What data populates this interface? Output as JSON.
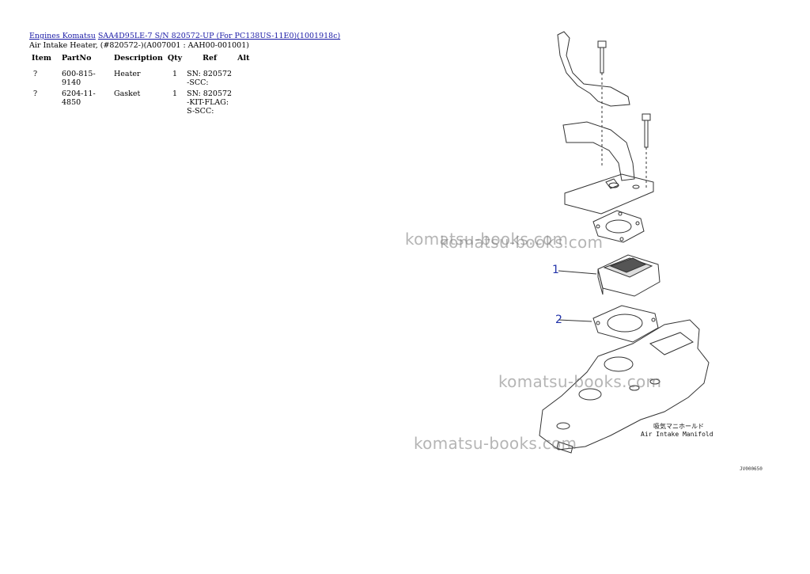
{
  "breadcrumb": {
    "engines": "Engines Komatsu",
    "model": "SAA4D95LE-7 S/N 820572-UP (For PC138US-11E0)(1001918c)"
  },
  "subtitle": "Air Intake Heater, (#820572-)(A007001 : AAH00-001001)",
  "table": {
    "headers": {
      "item": "Item",
      "partno": "PartNo",
      "description": "Description",
      "qty": "Qty",
      "ref": "Ref",
      "alt": "Alt"
    },
    "rows": [
      {
        "item": "?",
        "partno": "600-815-9140",
        "description": "Heater",
        "qty": "1",
        "ref": "SN: 820572-SCC:",
        "alt": ""
      },
      {
        "item": "?",
        "partno": "6204-11-4850",
        "description": "Gasket",
        "qty": "1",
        "ref": "SN: 820572-KIT-FLAG: S-SCC:",
        "alt": ""
      }
    ]
  },
  "diagram": {
    "callouts": [
      "1",
      "2"
    ],
    "manifold_label_jp": "吸気マニホールド",
    "manifold_label_en": "Air Intake Manifold",
    "drawing_code": "JV000650",
    "callout_color": "#2233aa"
  },
  "watermark": "komatsu-books.com"
}
